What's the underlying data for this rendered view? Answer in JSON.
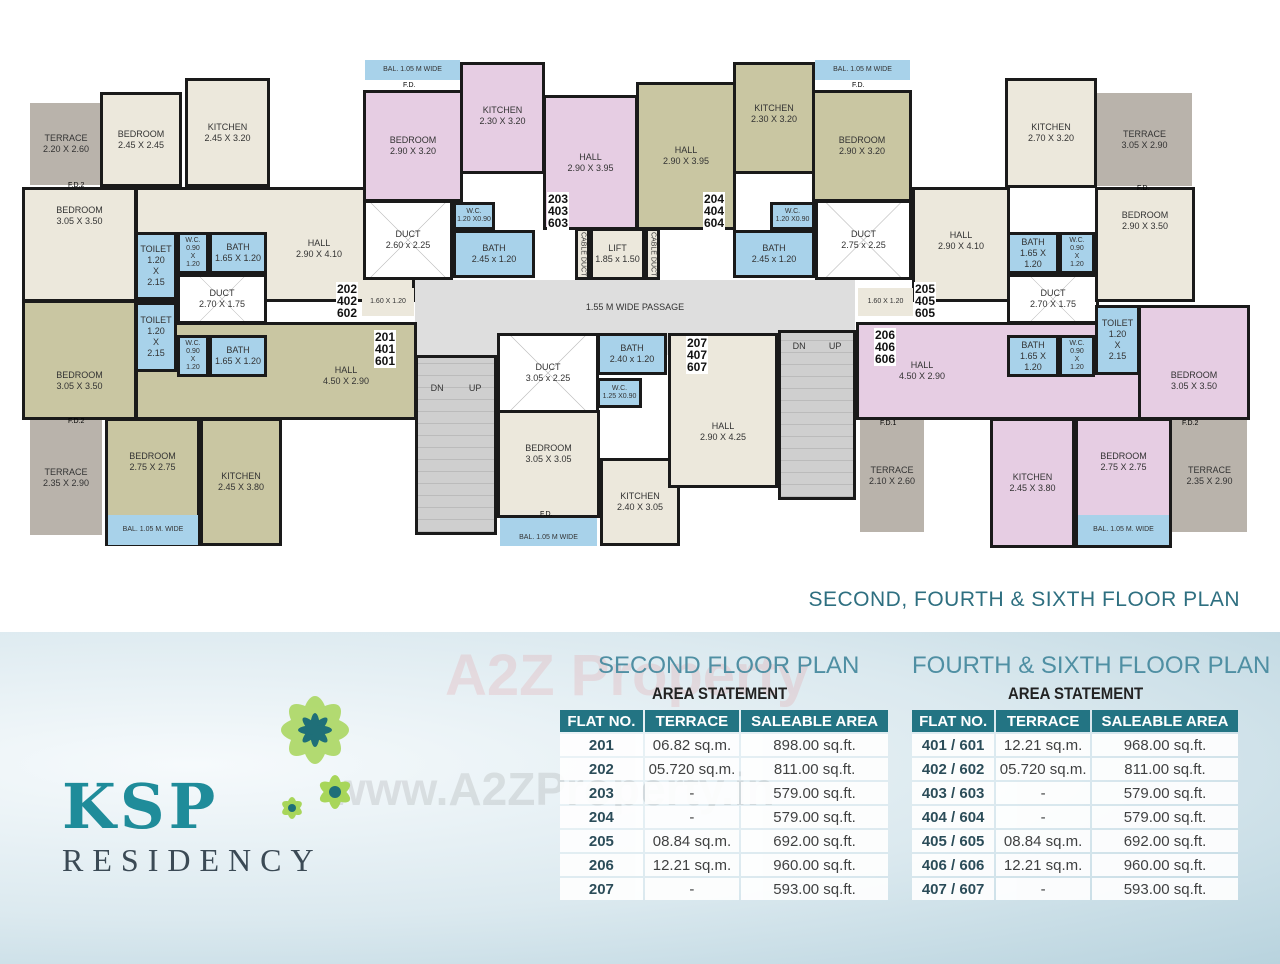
{
  "plan": {
    "u202": {
      "terrace": "TERRACE\n2.20 X 2.60",
      "bedroom1": "BEDROOM\n2.45 X 2.45",
      "kitchen": "KITCHEN\n2.45 X 3.20",
      "bedroom2": "BEDROOM\n3.05 X 3.50",
      "hall": "HALL\n2.90 X 4.10",
      "toilet": "TOILET\n1.20\nX\n2.15",
      "wc": "W.C.\n0.90\nX\n1.20",
      "bath": "BATH\n1.65 X 1.20",
      "duct": "DUCT\n2.70 X 1.75",
      "passage": "1.60 X 1.20",
      "fd": "F.D.2",
      "number": "202\n402\n602"
    },
    "u201": {
      "bedroom1": "BEDROOM\n3.05 X 3.50",
      "toilet": "TOILET\n1.20\nX\n2.15",
      "wc": "W.C.\n0.90\nX\n1.20",
      "bath": "BATH\n1.65 X 1.20",
      "hall": "HALL\n4.50 X 2.90",
      "terrace": "TERRACE\n2.35 X 2.90",
      "bedroom2": "BEDROOM\n2.75 X 2.75",
      "kitchen": "KITCHEN\n2.45 X 3.80",
      "balcony": "BAL. 1.05 M. WIDE",
      "fd": "F.D.2",
      "number": "201\n401\n601"
    },
    "u203": {
      "balcony": "BAL. 1.05 M WIDE",
      "fd": "F.D.",
      "bedroom": "BEDROOM\n2.90 X 3.20",
      "kitchen": "KITCHEN\n2.30 X 3.20",
      "hall": "HALL\n2.90 X 3.95",
      "duct": "DUCT\n2.60 x 2.25",
      "wc": "W.C.\n1.20 X0.90",
      "bath": "BATH\n2.45 x 1.20",
      "number": "203\n403\n603"
    },
    "u204": {
      "balcony": "BAL. 1.05 M WIDE",
      "fd": "F.D.",
      "bedroom": "BEDROOM\n2.90 X 3.20",
      "kitchen": "KITCHEN\n2.30 X 3.20",
      "hall": "HALL\n2.90 X 3.95",
      "duct": "DUCT\n2.75 x 2.25",
      "wc": "W.C.\n1.20 X0.90",
      "bath": "BATH\n2.45 x 1.20",
      "number": "204\n404\n604"
    },
    "core": {
      "lift": "LIFT\n1.85 x 1.50",
      "cable_duct": "CABLE DUCT",
      "passage": "1.55 M WIDE PASSAGE",
      "dn": "DN",
      "up": "UP"
    },
    "u207": {
      "duct": "DUCT\n3.05 x 2.25",
      "bath": "BATH\n2.40 x 1.20",
      "wc": "W.C.\n1.25 X0.90",
      "bedroom": "BEDROOM\n3.05 X 3.05",
      "kitchen": "KITCHEN\n2.40 X 3.05",
      "hall": "HALL\n2.90 X 4.25",
      "balcony": "BAL. 1.05 M WIDE",
      "fd": "F.D.",
      "number": "207\n407\n607"
    },
    "u205": {
      "kitchen": "KITCHEN\n2.70 X 3.20",
      "terrace": "TERRACE\n3.05 X 2.90",
      "hall": "HALL\n2.90 X 4.10",
      "bath": "BATH\n1.65 X 1.20",
      "wc": "W.C.\n0.90\nX\n1.20",
      "duct": "DUCT\n2.70 X 1.75",
      "bedroom": "BEDROOM\n2.90 X 3.50",
      "passage": "1.60 X 1.20",
      "fd": "F.D.",
      "number": "205\n405\n605"
    },
    "u206": {
      "hall": "HALL\n4.50 X 2.90",
      "bath": "BATH\n1.65 X 1.20",
      "wc": "W.C.\n0.90\nX\n1.20",
      "toilet": "TOILET\n1.20\nX\n2.15",
      "bedroom1": "BEDROOM\n3.05 X 3.50",
      "terrace1": "TERRACE\n2.10 X 2.60",
      "kitchen": "KITCHEN\n2.45 X 3.80",
      "bedroom2": "BEDROOM\n2.75 X 2.75",
      "balcony": "BAL. 1.05 M. WIDE",
      "terrace2": "TERRACE\n2.35 X 2.90",
      "fd1": "F.D.1",
      "fd2": "F.D.2",
      "number": "206\n406\n606"
    },
    "caption": "SECOND, FOURTH & SIXTH FLOOR PLAN"
  },
  "brand": {
    "name": "KSP",
    "subtitle": "RESIDENCY",
    "watermark1": "A2Z Property",
    "watermark2": "www.A2ZProperty.in",
    "colors": {
      "teal": "#1f8c9a",
      "green": "#a8d65a"
    }
  },
  "tables": [
    {
      "title": "SECOND FLOOR PLAN",
      "subtitle": "AREA STATEMENT",
      "headers": [
        "FLAT NO.",
        "TERRACE",
        "SALEABLE AREA"
      ],
      "rows": [
        [
          "201",
          "06.82 sq.m.",
          "898.00 sq.ft."
        ],
        [
          "202",
          "05.720 sq.m.",
          "811.00 sq.ft."
        ],
        [
          "203",
          "-",
          "579.00 sq.ft."
        ],
        [
          "204",
          "-",
          "579.00 sq.ft."
        ],
        [
          "205",
          "08.84  sq.m.",
          "692.00 sq.ft."
        ],
        [
          "206",
          "12.21 sq.m.",
          "960.00 sq.ft."
        ],
        [
          "207",
          "-",
          "593.00 sq.ft."
        ]
      ]
    },
    {
      "title": "FOURTH & SIXTH FLOOR PLAN",
      "subtitle": "AREA STATEMENT",
      "headers": [
        "FLAT NO.",
        "TERRACE",
        "SALEABLE AREA"
      ],
      "rows": [
        [
          "401 / 601",
          "12.21 sq.m.",
          "968.00 sq.ft."
        ],
        [
          "402 / 602",
          "05.720 sq.m.",
          "811.00 sq.ft."
        ],
        [
          "403 / 603",
          "-",
          "579.00 sq.ft."
        ],
        [
          "404 / 604",
          "-",
          "579.00 sq.ft."
        ],
        [
          "405 / 605",
          "08.84  sq.m.",
          "692.00 sq.ft."
        ],
        [
          "406 / 606",
          "12.21 sq.m.",
          "960.00 sq.ft."
        ],
        [
          "407 / 607",
          "-",
          "593.00 sq.ft."
        ]
      ]
    }
  ]
}
